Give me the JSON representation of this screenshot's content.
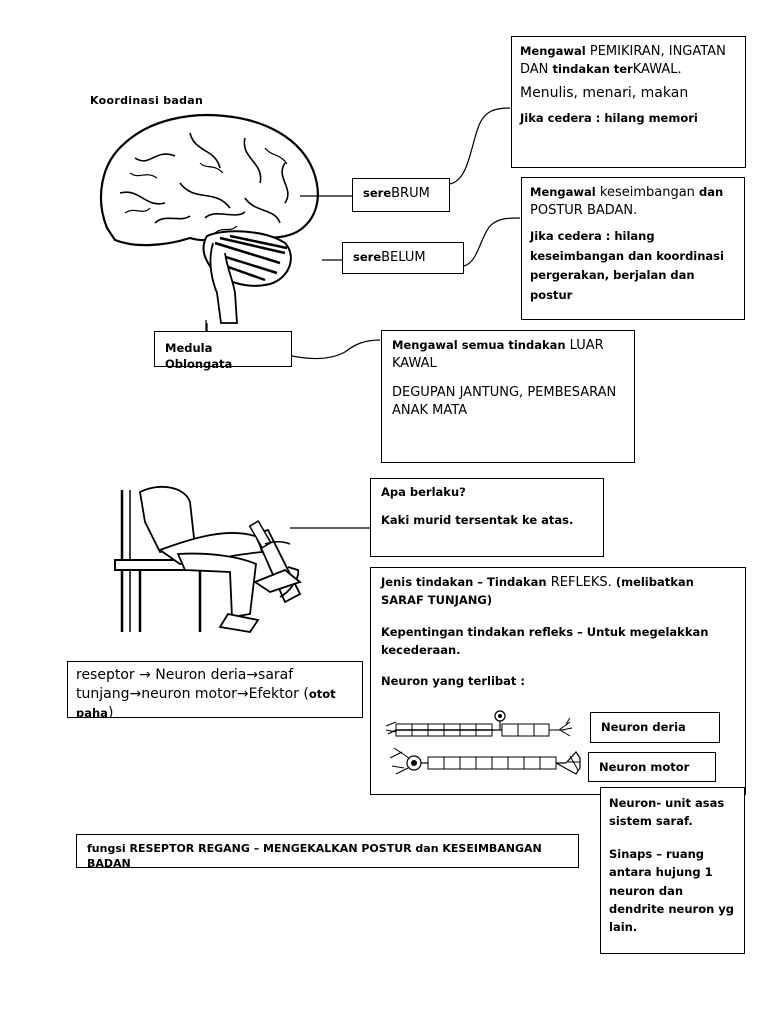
{
  "title": "Koordinasi badan",
  "cerebrum": {
    "label_bold": "sere",
    "label_rest": "BRUM",
    "desc1_bold": "Mengawal",
    "desc1_rest": " PEMIKIRAN, INGATAN DAN ",
    "desc1_bold2": "tindakan ter",
    "desc1_rest2": "KAWAL.",
    "examples": "Menulis, menari, makan",
    "injury": "Jika cedera : hilang memori"
  },
  "cerebellum": {
    "label_bold": "sere",
    "label_rest": "BELUM",
    "desc_bold": "Mengawal",
    "desc_rest": " keseimbangan ",
    "desc_bold2": "dan",
    "desc_rest2": " POSTUR BADAN.",
    "injury": "Jika cedera : hilang keseimbangan dan koordinasi pergerakan, berjalan dan postur"
  },
  "medulla": {
    "label": "Medula Oblongata",
    "desc_bold": "Mengawal semua tindakan",
    "desc_rest": " LUAR KAWAL",
    "examples": "DEGUPAN JANTUNG, PEMBESARAN ANAK MATA"
  },
  "reflex": {
    "question": "Apa berlaku?",
    "answer": "Kaki murid tersentak ke atas.",
    "type_bold": "Jenis tindakan – Tindakan",
    "type_rest": " REFLEKS.",
    "type_bold2": " (melibatkan SARAF TUNJANG)",
    "importance": "Kepentingan tindakan refleks – Untuk megelakkan kecederaan.",
    "neurons_heading": "Neuron yang terlibat :",
    "sensory_neuron": "Neuron deria",
    "motor_neuron": "Neuron motor"
  },
  "pathway": {
    "text": "reseptor → Neuron deria→saraf tunjang→neuron motor→Efektor (",
    "text_bold": "otot paha",
    "text_end": ")"
  },
  "neuron_info": {
    "definition": "Neuron-  unit asas sistem saraf.",
    "synapse": "Sinaps – ruang antara hujung 1 neuron dan dendrite neuron yg lain."
  },
  "stretch_receptor": {
    "text": "fungsi RESEPTOR REGANG – MENGEKALKAN POSTUR dan KESEIMBANGAN BADAN"
  }
}
